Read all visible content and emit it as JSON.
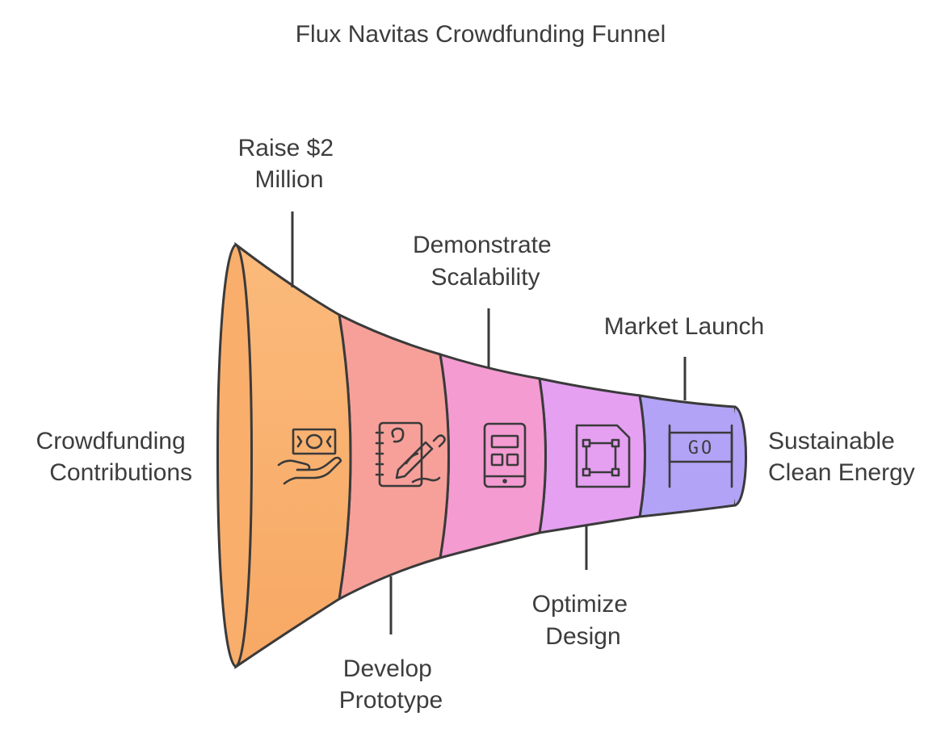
{
  "title": "Flux Navitas Crowdfunding Funnel",
  "input_label": [
    "Crowdfunding",
    "Contributions"
  ],
  "output_label": [
    "Sustainable",
    "Clean Energy"
  ],
  "stages": [
    {
      "label": [
        "Raise $2",
        "Million"
      ],
      "icon": "money-hand-icon",
      "color": "#f9b26f"
    },
    {
      "label": [
        "Develop",
        "Prototype"
      ],
      "icon": "notebook-pen-icon",
      "color": "#f7a09a"
    },
    {
      "label": [
        "Demonstrate",
        "Scalability"
      ],
      "icon": "mobile-app-icon",
      "color": "#f49bd2"
    },
    {
      "label": [
        "Optimize",
        "Design"
      ],
      "icon": "design-frame-icon",
      "color": "#e5a0f2"
    },
    {
      "label": [
        "Market Launch"
      ],
      "icon": "go-sign-icon",
      "color": "#b3a3f7"
    }
  ],
  "go_sign_text": "GO"
}
